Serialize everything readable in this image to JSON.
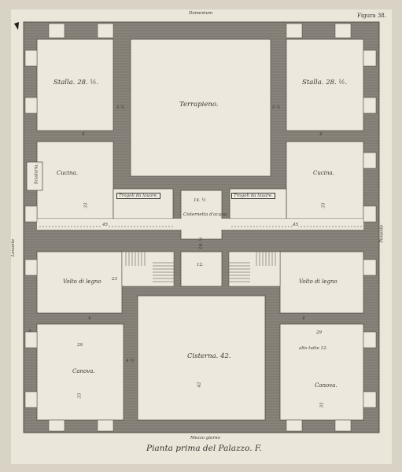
{
  "header": {
    "top_note": "Domenium",
    "figure": "Figura 38."
  },
  "sides": {
    "left": "Levante",
    "right": "Ponente",
    "bottom": "Mezzo giorno"
  },
  "caption": "Pianta prima del Palazzo. F.",
  "rooms": {
    "stalla_left": "Stalla. 28. ½.",
    "stalla_right": "Stalla. 28. ½.",
    "terrapieno": "Terrapieno.",
    "cucina_left": "Cucina.",
    "cucina_right": "Cucina.",
    "scuderia": "Scudaria.",
    "trogoli_left": "Trogoli da lauare.",
    "trogoli_right": "Trogoli da lauare.",
    "cisternetta": "Cisternetta d'acqua.",
    "volto_left": "Volto di legno",
    "volto_right": "Volto di legno",
    "cisterna": "Cisterna. 42.",
    "canova_left": "Canova.",
    "canova_right": "Canova.",
    "alto_tutto": "alto tutte 12."
  },
  "dimensions": {
    "d5_5_left": "5 ½",
    "d5_5_right": "5 ½",
    "d4_top_left": "4",
    "d4_top_right": "4",
    "d33_left": "33",
    "d33_right": "33",
    "d14_5": "14. ½",
    "d45_left": "45",
    "d45_right": "45",
    "d12": "12.",
    "d23": "23",
    "d5_mid": "5.",
    "d4_mid_left": "4",
    "d4_mid_right": "4",
    "d29_left": "29",
    "d29_right": "29",
    "d42": "42",
    "d33_bottom_left": "33",
    "d33_bottom_right": "33",
    "d4_5": "4 ½",
    "d_stair": "18. ½"
  }
}
